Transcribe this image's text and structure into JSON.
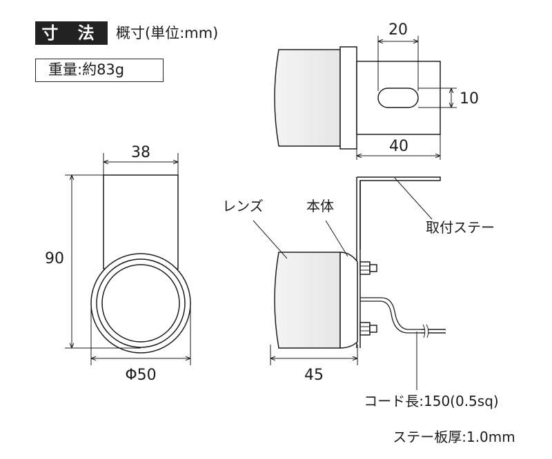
{
  "header": {
    "title": "寸 法",
    "unit_note": "概寸(単位:mm)",
    "weight": "重量:約83g"
  },
  "dimensions": {
    "front_width": "38",
    "front_height": "90",
    "diameter": "Φ50",
    "slot_width": "20",
    "slot_height": "10",
    "stay_width": "40",
    "depth": "45"
  },
  "labels": {
    "lens": "レンズ",
    "body": "本体",
    "stay": "取付ステー",
    "cord": "コード長:150(0.5sq)",
    "stay_thickness": "ステー板厚:1.0mm"
  }
}
